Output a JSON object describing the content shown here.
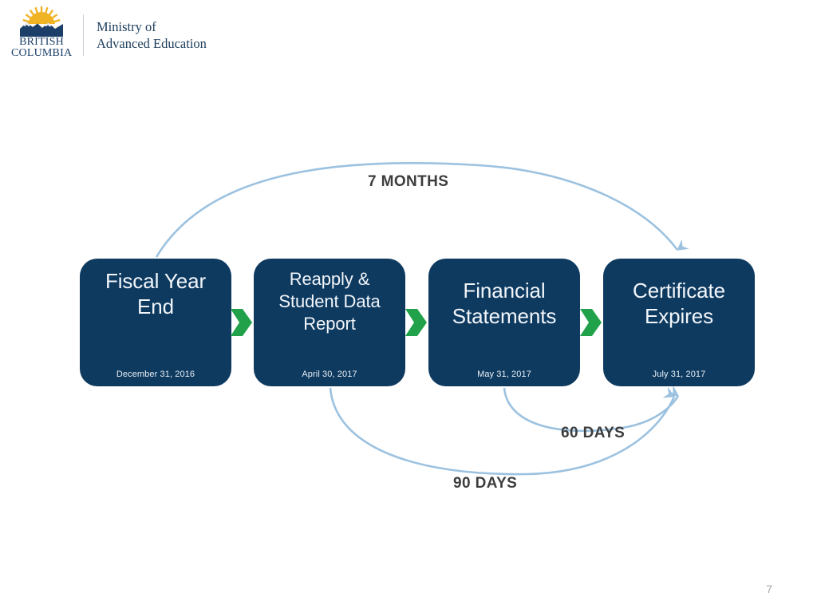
{
  "header": {
    "logo": {
      "icon": "bc-sun-mountains-logo",
      "wordmark_line1": "BRITISH",
      "wordmark_line2": "COLUMBIA",
      "sun_color": "#f0b323",
      "mountain_color": "#1b3f69"
    },
    "ministry_line1": "Ministry of",
    "ministry_line2": "Advanced Education"
  },
  "diagram": {
    "box_color": "#0e3a60",
    "arrow_color": "#21a24a",
    "curve_color": "#9cc2e0",
    "label_color": "#3d3d3d",
    "boxes": [
      {
        "title": "Fiscal Year\nEnd",
        "title_lines": [
          "Fiscal Year",
          "End"
        ],
        "date": "December 31, 2016"
      },
      {
        "title": "Reapply &\nStudent Data\nReport",
        "title_lines": [
          "Reapply &",
          "Student Data",
          "Report"
        ],
        "date": "April 30, 2017"
      },
      {
        "title": "Financial\nStatements",
        "title_lines": [
          "Financial",
          "Statements"
        ],
        "date": "May 31, 2017"
      },
      {
        "title": "Certificate\nExpires",
        "title_lines": [
          "Certificate",
          "Expires"
        ],
        "date": "July 31, 2017"
      }
    ],
    "connectors": [
      {
        "name": "chevron-1-2",
        "icon": "chevron-right-icon"
      },
      {
        "name": "chevron-2-3",
        "icon": "chevron-right-icon"
      },
      {
        "name": "chevron-3-4",
        "icon": "chevron-right-icon"
      }
    ],
    "curves": [
      {
        "name": "seven-months",
        "label": "7 MONTHS",
        "from": "Fiscal Year End",
        "to": "Certificate Expires",
        "position": "above"
      },
      {
        "name": "sixty-days",
        "label": "60 DAYS",
        "from": "Financial Statements",
        "to": "Certificate Expires",
        "position": "below"
      },
      {
        "name": "ninety-days",
        "label": "90 DAYS",
        "from": "Reapply & Student Data Report",
        "to": "Certificate Expires",
        "position": "below"
      }
    ]
  },
  "footer": {
    "page_number": "7"
  }
}
